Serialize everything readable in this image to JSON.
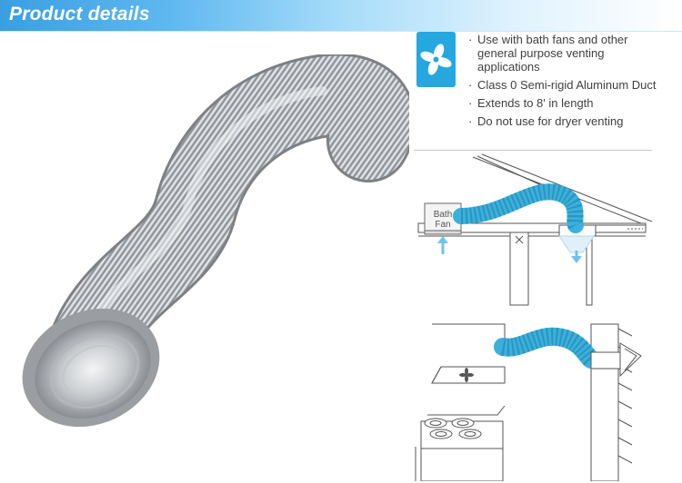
{
  "header": {
    "title": "Product details"
  },
  "colors": {
    "accent": "#25a8e0",
    "duct_blue": "#3bb0dc",
    "text": "#404040"
  },
  "fan_badge": {
    "icon": "fan-icon"
  },
  "features": [
    "Use with bath fans and other general purpose venting applications",
    "Class 0 Semi-rigid Aluminum Duct",
    "Extends to 8' in length",
    "Do not use for dryer venting"
  ],
  "bullet_glyph": "·",
  "diagram_top": {
    "fan_label_line1": "Bath",
    "fan_label_line2": "Fan"
  }
}
